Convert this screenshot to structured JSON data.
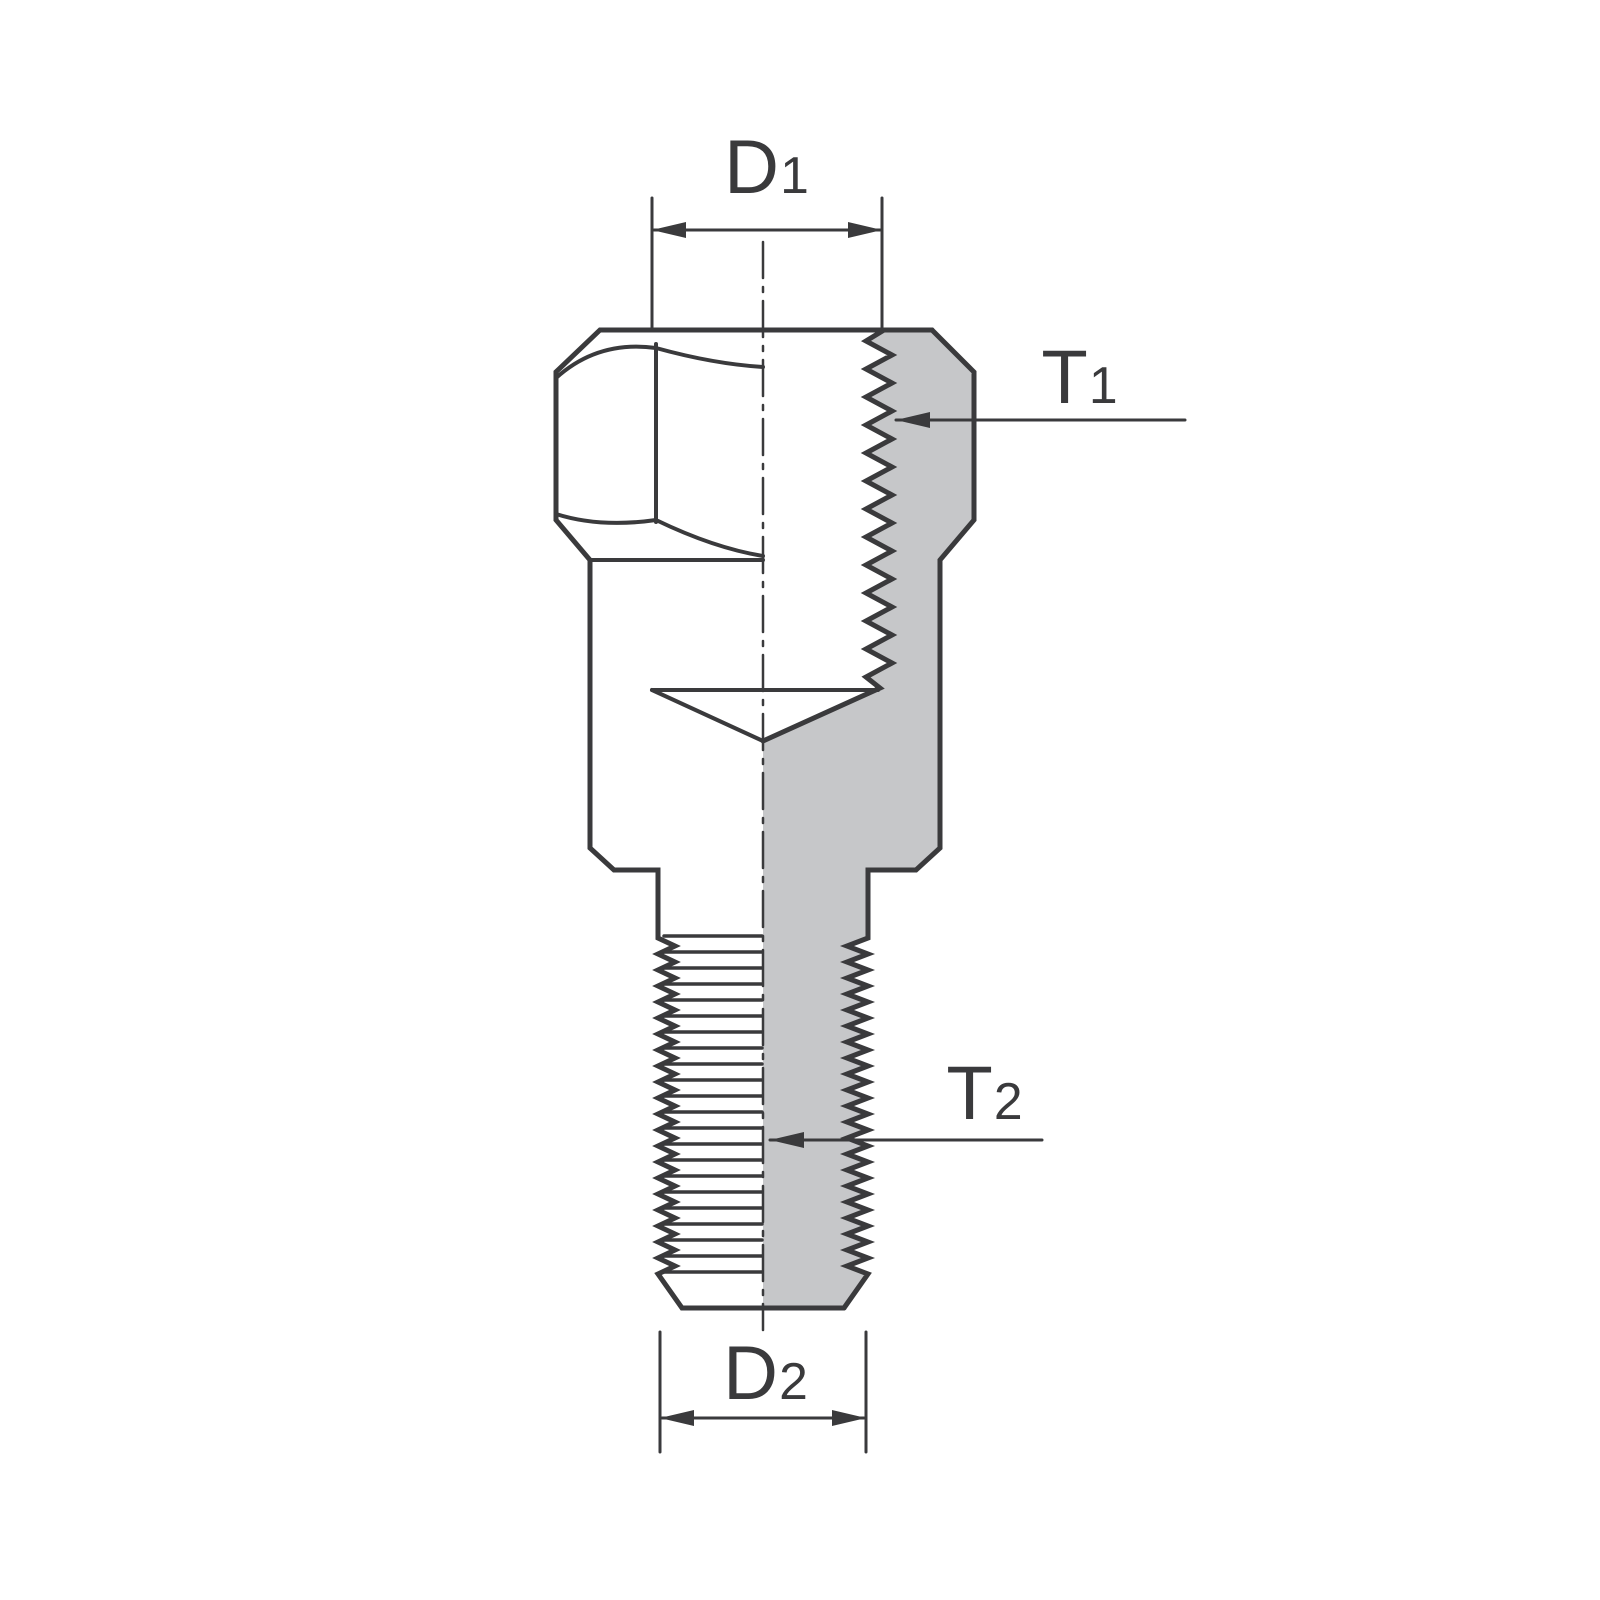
{
  "colors": {
    "line": "#3a3a3c",
    "section_fill": "#c6c7c9",
    "background": "#ffffff"
  },
  "drawing": {
    "labels": {
      "d1": {
        "main": "D",
        "sub": "1"
      },
      "t1": {
        "main": "T",
        "sub": "1"
      },
      "t2": {
        "main": "T",
        "sub": "2"
      },
      "d2": {
        "main": "D",
        "sub": "2"
      }
    }
  }
}
